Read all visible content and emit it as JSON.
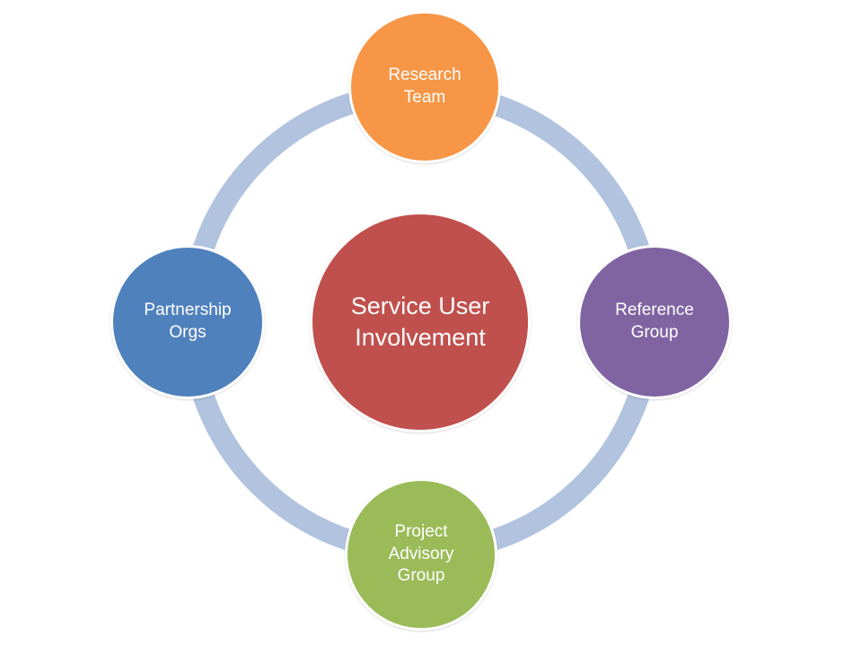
{
  "diagram": {
    "center": {
      "label": "Service User\nInvolvement",
      "color": "#C0504D"
    },
    "nodes": [
      {
        "id": "top",
        "label": "Research\nTeam",
        "color": "#F79646"
      },
      {
        "id": "right",
        "label": "Reference\nGroup",
        "color": "#8064A2"
      },
      {
        "id": "bottom",
        "label": "Project\nAdvisory\nGroup",
        "color": "#9BBB59"
      },
      {
        "id": "left",
        "label": "Partnership\nOrgs",
        "color": "#4F81BD"
      }
    ],
    "ring_color": "#B1C3DE"
  }
}
